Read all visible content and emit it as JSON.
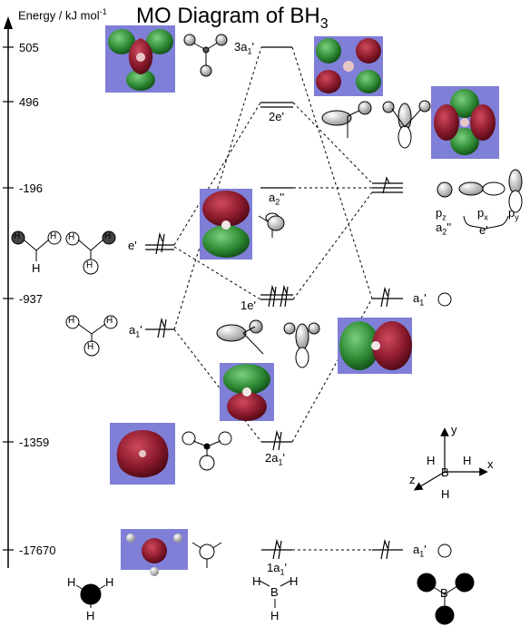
{
  "title": {
    "main": "MO Diagram of BH",
    "sub": "3"
  },
  "axis": {
    "label_main": "Energy / kJ mol",
    "label_sup": "-1"
  },
  "ticks": [
    "505",
    "496",
    "-196",
    "-937",
    "-1359",
    "-17670"
  ],
  "levels": {
    "mo_3a1": {
      "base": "3a",
      "sub": "1",
      "sup": "'"
    },
    "mo_2e": "2e'",
    "mo_a2": {
      "base": "a",
      "sub": "2",
      "sup": "''"
    },
    "mo_1e": "1e'",
    "mo_2a1": {
      "base": "2a",
      "sub": "1",
      "sup": "'"
    },
    "mo_1a1": {
      "base": "1a",
      "sub": "1",
      "sup": "'"
    },
    "lig_e": "e'",
    "lig_a1": {
      "base": "a",
      "sub": "1",
      "sup": "'"
    },
    "b_a1_top": {
      "base": "a",
      "sub": "1",
      "sup": "'"
    },
    "b_a1_bottom": {
      "base": "a",
      "sub": "1",
      "sup": "'"
    }
  },
  "porbs": {
    "pz": {
      "base": "p",
      "sub": "z"
    },
    "a2": {
      "base": "a",
      "sub": "2",
      "sup": "''"
    },
    "px": {
      "base": "p",
      "sub": "x"
    },
    "py": {
      "base": "p",
      "sub": "y"
    },
    "e": "e'"
  },
  "atoms": {
    "H": "H",
    "B": "B"
  },
  "coord_axes": {
    "x": "x",
    "y": "y",
    "z": "z"
  },
  "colors": {
    "lobe_red": "#8a1a2c",
    "lobe_green": "#2f8a34",
    "panel": "#7f7fd8"
  }
}
